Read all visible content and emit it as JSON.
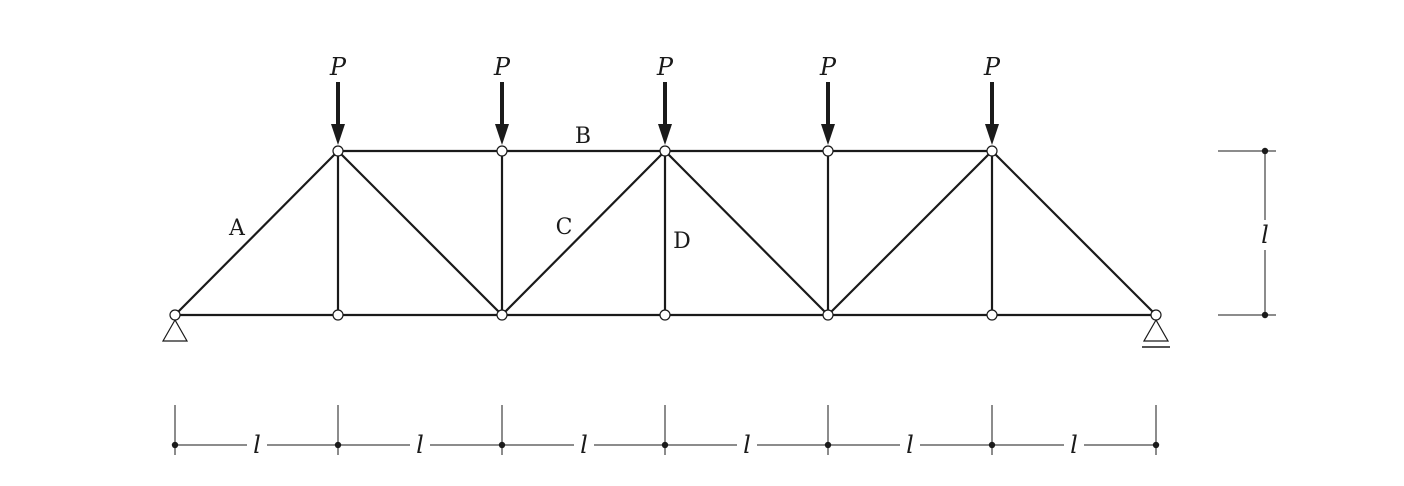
{
  "loads": {
    "label": "P"
  },
  "members": {
    "a": "A",
    "b": "B",
    "c": "C",
    "d": "D"
  },
  "dimensions": {
    "span_label": "l",
    "height_label": "l"
  }
}
